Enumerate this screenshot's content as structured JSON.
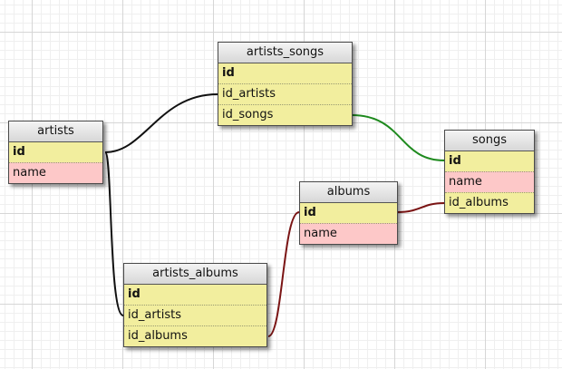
{
  "tables": {
    "artists_songs": {
      "name": "artists_songs",
      "fields": [
        "id",
        "id_artists",
        "id_songs"
      ]
    },
    "artists": {
      "name": "artists",
      "fields": [
        "id",
        "name"
      ]
    },
    "songs": {
      "name": "songs",
      "fields": [
        "id",
        "name",
        "id_albums"
      ]
    },
    "albums": {
      "name": "albums",
      "fields": [
        "id",
        "name"
      ]
    },
    "artists_albums": {
      "name": "artists_albums",
      "fields": [
        "id",
        "id_artists",
        "id_albums"
      ]
    }
  },
  "colors": {
    "key_row": "#f2ee9e",
    "attribute_row": "#fdc8c8",
    "link_artists": "#111111",
    "link_songs": "#1e8a1e",
    "link_albums": "#7a1414"
  }
}
